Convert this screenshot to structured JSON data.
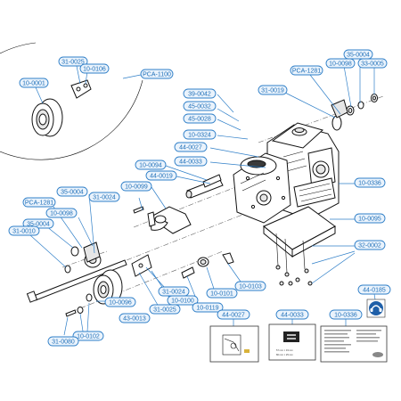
{
  "detail": {
    "callout": "PCA-1100",
    "parts": [
      "31-0025",
      "10-0106",
      "10-0001"
    ]
  },
  "callouts": [
    {
      "id": "35-0004"
    },
    {
      "id": "10-0098"
    },
    {
      "id": "33-0005"
    },
    {
      "id": "PCA-1281"
    },
    {
      "id": "31-0019"
    },
    {
      "id": "39-0042"
    },
    {
      "id": "45-0032"
    },
    {
      "id": "45-0028"
    },
    {
      "id": "10-0324"
    },
    {
      "id": "44-0027"
    },
    {
      "id": "44-0033"
    },
    {
      "id": "10-0094"
    },
    {
      "id": "44-0019"
    },
    {
      "id": "10-0099"
    },
    {
      "id": "31-0024"
    },
    {
      "id": "35-0004"
    },
    {
      "id": "PCA-1281"
    },
    {
      "id": "10-0098"
    },
    {
      "id": "35-0004"
    },
    {
      "id": "31-0010"
    },
    {
      "id": "10-0336"
    },
    {
      "id": "10-0095"
    },
    {
      "id": "32-0002"
    },
    {
      "id": "44-0185"
    },
    {
      "id": "31-0024"
    },
    {
      "id": "31-0025"
    },
    {
      "id": "10-0100"
    },
    {
      "id": "10-0101"
    },
    {
      "id": "10-0103"
    },
    {
      "id": "10-0119"
    },
    {
      "id": "10-0096"
    },
    {
      "id": "43-0013"
    },
    {
      "id": "10-0102"
    },
    {
      "id": "31-0080"
    }
  ],
  "label_callouts": [
    "44-0027",
    "44-0033",
    "10-0336"
  ],
  "label_text": {
    "dim_line_1": "57 mm × 33 mm",
    "dim_line_2": "80 mm × 25 mm"
  },
  "icons": [
    "hearing-protection-icon"
  ]
}
